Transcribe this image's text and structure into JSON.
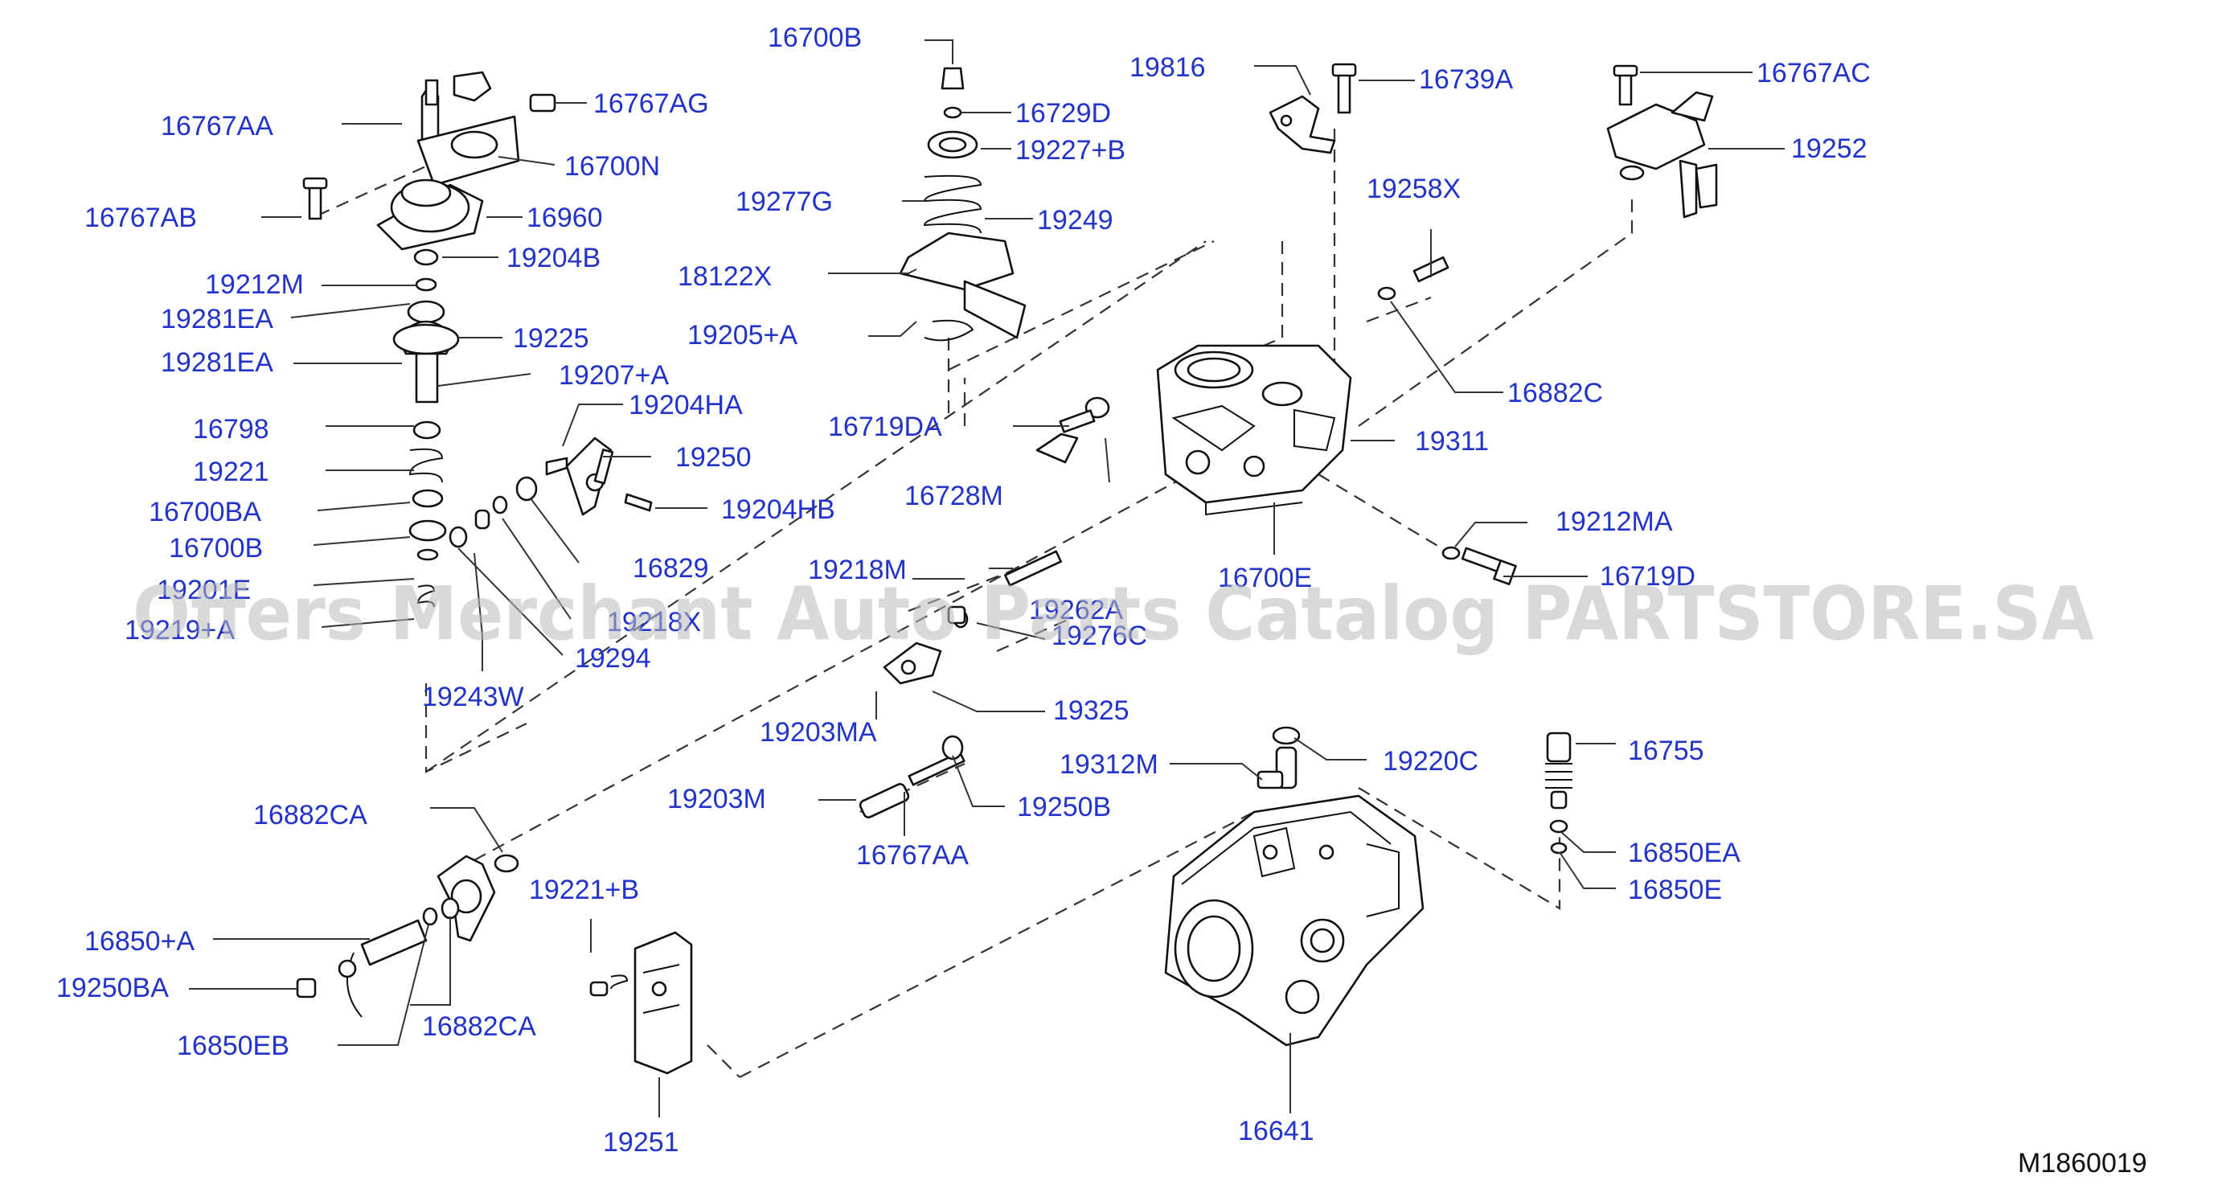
{
  "labels": [
    {
      "id": "16700B-top",
      "text": "16700B"
    },
    {
      "id": "19816",
      "text": "19816"
    },
    {
      "id": "16739A",
      "text": "16739A"
    },
    {
      "id": "16767AC",
      "text": "16767AC"
    },
    {
      "id": "16767AA-top",
      "text": "16767AA"
    },
    {
      "id": "16767AG",
      "text": "16767AG"
    },
    {
      "id": "16729D",
      "text": "16729D"
    },
    {
      "id": "19227B",
      "text": "19227+B"
    },
    {
      "id": "19252",
      "text": "19252"
    },
    {
      "id": "16700N",
      "text": "16700N"
    },
    {
      "id": "16767AB",
      "text": "16767AB"
    },
    {
      "id": "16960",
      "text": "16960"
    },
    {
      "id": "19277G",
      "text": "19277G"
    },
    {
      "id": "19249",
      "text": "19249"
    },
    {
      "id": "19258X",
      "text": "19258X"
    },
    {
      "id": "19204B",
      "text": "19204B"
    },
    {
      "id": "19212M",
      "text": "19212M"
    },
    {
      "id": "18122X",
      "text": "18122X"
    },
    {
      "id": "19281EA-1",
      "text": "19281EA"
    },
    {
      "id": "19225",
      "text": "19225"
    },
    {
      "id": "19205A",
      "text": "19205+A"
    },
    {
      "id": "19281EA-2",
      "text": "19281EA"
    },
    {
      "id": "19207A",
      "text": "19207+A"
    },
    {
      "id": "16882C",
      "text": "16882C"
    },
    {
      "id": "19204HA",
      "text": "19204HA"
    },
    {
      "id": "16798",
      "text": "16798"
    },
    {
      "id": "16719DA",
      "text": "16719DA"
    },
    {
      "id": "19311",
      "text": "19311"
    },
    {
      "id": "19250",
      "text": "19250"
    },
    {
      "id": "19221",
      "text": "19221"
    },
    {
      "id": "16728M",
      "text": "16728M"
    },
    {
      "id": "16700BA",
      "text": "16700BA"
    },
    {
      "id": "19204HB",
      "text": "19204HB"
    },
    {
      "id": "19212MA",
      "text": "19212MA"
    },
    {
      "id": "16700B-mid",
      "text": "16700B"
    },
    {
      "id": "16829",
      "text": "16829"
    },
    {
      "id": "19218M",
      "text": "19218M"
    },
    {
      "id": "16700E",
      "text": "16700E"
    },
    {
      "id": "16719D",
      "text": "16719D"
    },
    {
      "id": "19201E",
      "text": "19201E"
    },
    {
      "id": "19262A",
      "text": "19262A"
    },
    {
      "id": "19219A",
      "text": "19219+A"
    },
    {
      "id": "19218X",
      "text": "19218X"
    },
    {
      "id": "19276C",
      "text": "19276C"
    },
    {
      "id": "19294",
      "text": "19294"
    },
    {
      "id": "19243W",
      "text": "19243W"
    },
    {
      "id": "19325",
      "text": "19325"
    },
    {
      "id": "19203MA",
      "text": "19203MA"
    },
    {
      "id": "16755",
      "text": "16755"
    },
    {
      "id": "19312M",
      "text": "19312M"
    },
    {
      "id": "19220C",
      "text": "19220C"
    },
    {
      "id": "19203M",
      "text": "19203M"
    },
    {
      "id": "19250B",
      "text": "19250B"
    },
    {
      "id": "16882CA-1",
      "text": "16882CA"
    },
    {
      "id": "16767AA-mid",
      "text": "16767AA"
    },
    {
      "id": "16850EA",
      "text": "16850EA"
    },
    {
      "id": "19221B",
      "text": "19221+B"
    },
    {
      "id": "16850E",
      "text": "16850E"
    },
    {
      "id": "16850A",
      "text": "16850+A"
    },
    {
      "id": "19250BA",
      "text": "19250BA"
    },
    {
      "id": "16882CA-2",
      "text": "16882CA"
    },
    {
      "id": "16850EB",
      "text": "16850EB"
    },
    {
      "id": "19251",
      "text": "19251"
    },
    {
      "id": "16641",
      "text": "16641"
    }
  ],
  "watermark": "Offers Merchant Auto Parts Catalog PARTSTORE.SA",
  "diagram_code": "M1860019"
}
